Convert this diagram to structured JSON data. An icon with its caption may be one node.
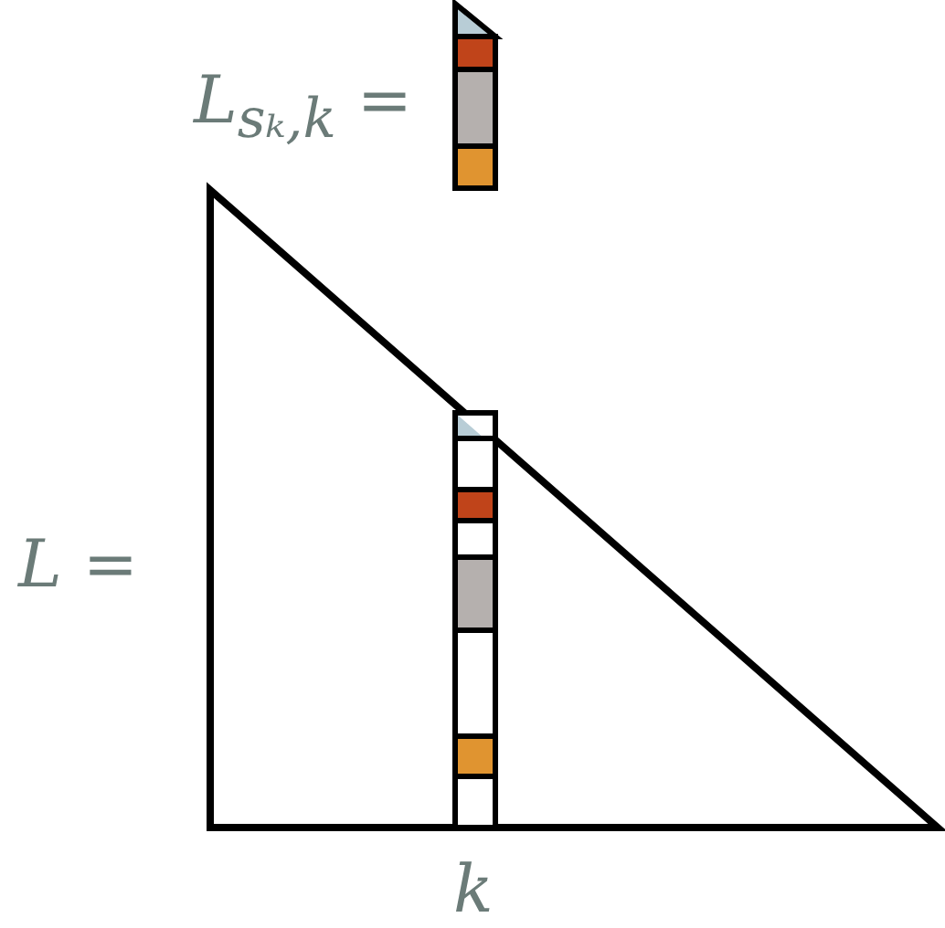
{
  "diagram": {
    "labels": [
      "L$_{sₖ,k}$ =",
      "L =",
      "k"
    ]
  }
}
